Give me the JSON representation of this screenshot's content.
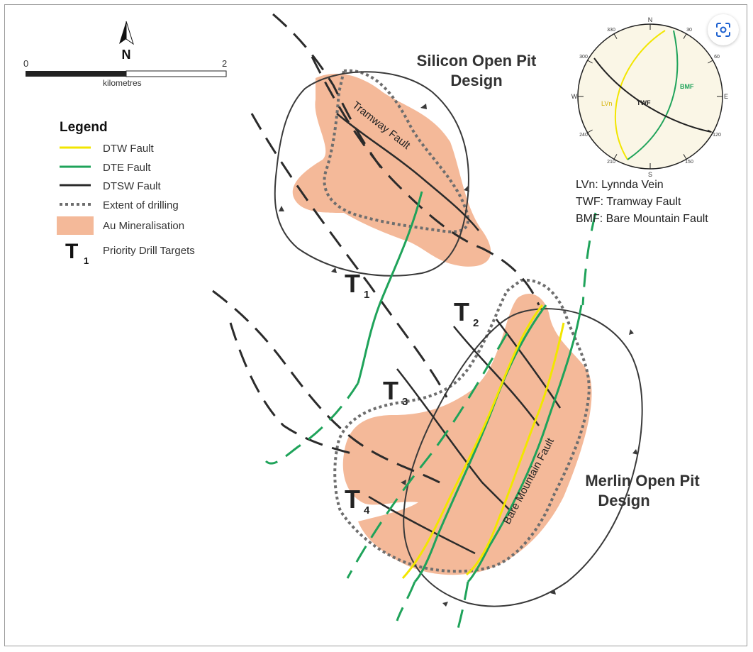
{
  "scale": {
    "start": "0",
    "end": "2",
    "unit": "kilometres"
  },
  "north": {
    "letter": "N"
  },
  "legend": {
    "title": "Legend",
    "items": [
      "DTW Fault",
      "DTE Fault",
      "DTSW Fault",
      "Extent of drilling",
      "Au Mineralisation",
      "Priority Drill Targets"
    ],
    "target_symbol": "T",
    "target_sub": "1"
  },
  "pits": {
    "silicon_line1": "Silicon Open Pit",
    "silicon_line2": "Design",
    "merlin_line1": "Merlin Open Pit",
    "merlin_line2": "Design"
  },
  "fault_labels": {
    "tramway": "Tramway Fault",
    "bare_mountain": "Bare Mountain Fault"
  },
  "targets": [
    {
      "letter": "T",
      "sub": "1"
    },
    {
      "letter": "T",
      "sub": "2"
    },
    {
      "letter": "T",
      "sub": "3"
    },
    {
      "letter": "T",
      "sub": "4"
    }
  ],
  "stereonet": {
    "n": "N",
    "s": "S",
    "e": "E",
    "w": "W",
    "t30": "30",
    "t60": "60",
    "t120": "120",
    "t150": "150",
    "t210": "210",
    "t240": "240",
    "t300": "300",
    "t330": "330",
    "lvn": "LVn",
    "twf": "TWF",
    "bmf": "BMF"
  },
  "abbrev": [
    "LVn: Lynnda Vein",
    "TWF: Tramway Fault",
    "BMF: Bare Mountain Fault"
  ],
  "colors": {
    "dtw": "#f2e600",
    "dte": "#1fa35a",
    "dtsw": "#2b2b2b",
    "mineral": "#f4b999",
    "drill": "#6e6e6e"
  },
  "icons": {
    "lens": "lens-icon"
  }
}
